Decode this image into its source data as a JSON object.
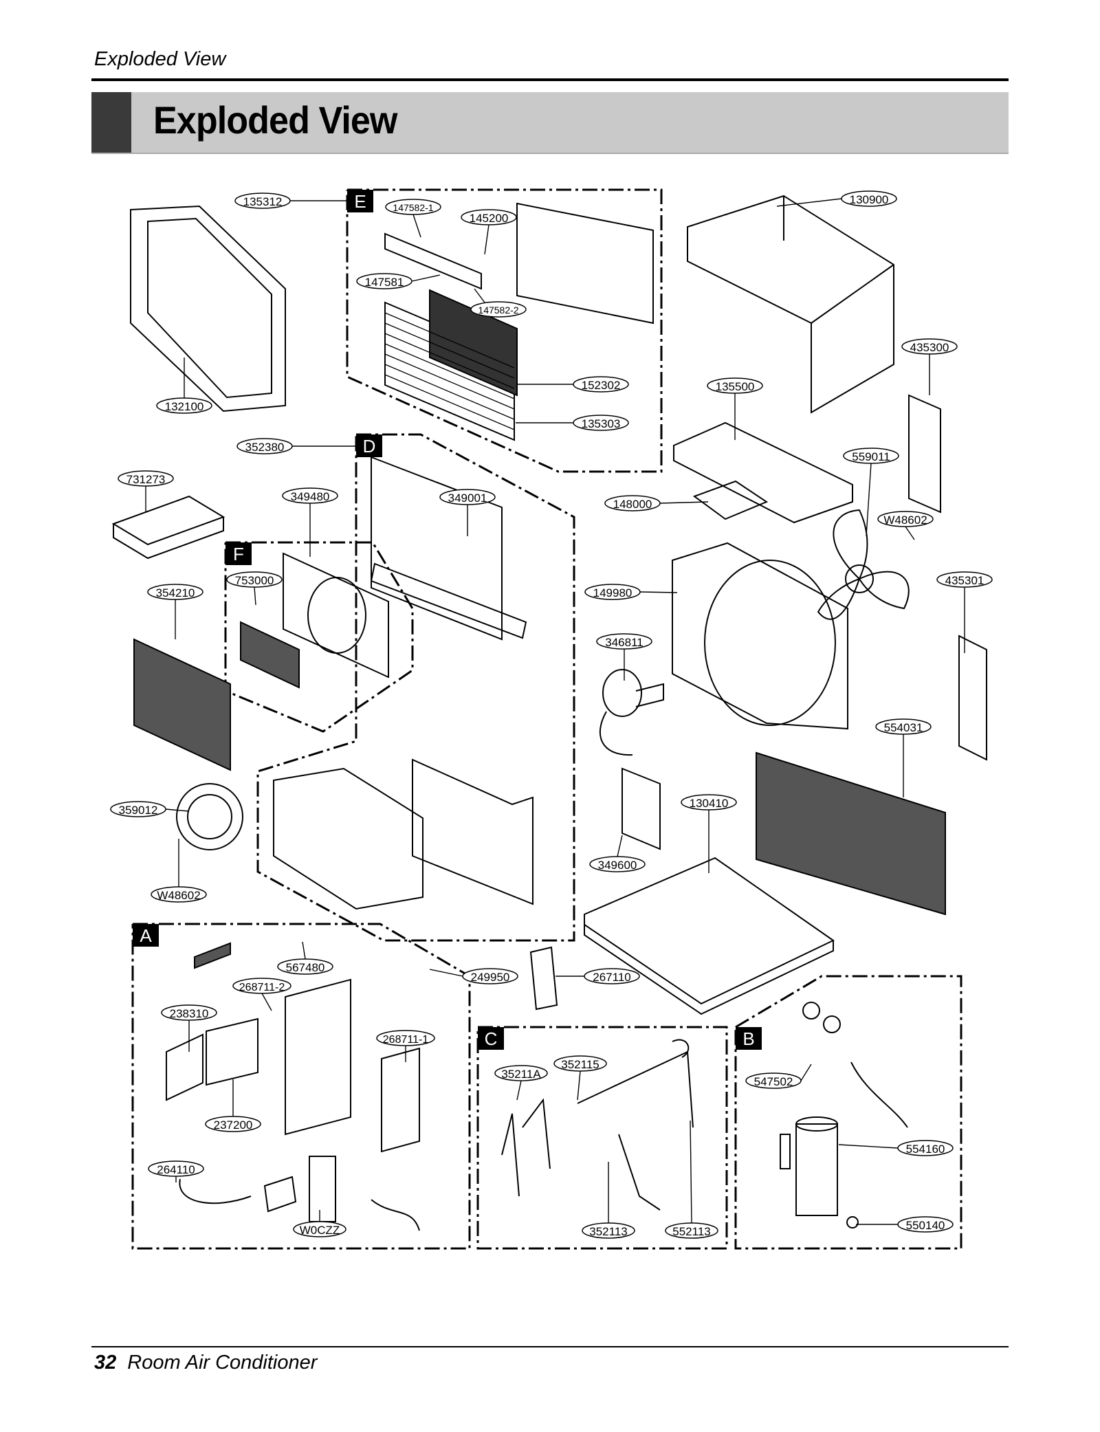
{
  "running_header": "Exploded View",
  "page_title": "Exploded View",
  "footer": {
    "page_number": "32",
    "text": "Room Air Conditioner"
  },
  "section_labels": [
    "E",
    "D",
    "F",
    "A",
    "C",
    "B"
  ],
  "part_labels": {
    "p135312": "135312",
    "p147582_1": "147582-1",
    "p145200": "145200",
    "p147581": "147581",
    "p147582_2": "147582-2",
    "p152302": "152302",
    "p135303": "135303",
    "p132100": "132100",
    "p130900": "130900",
    "p435300": "435300",
    "p135500": "135500",
    "p559011": "559011",
    "pW48602_a": "W48602",
    "p148000": "148000",
    "p435301": "435301",
    "p149980": "149980",
    "p346811": "346811",
    "p352380": "352380",
    "p731273": "731273",
    "p349480": "349480",
    "p349001": "349001",
    "p753000": "753000",
    "p354210": "354210",
    "p554031": "554031",
    "p130410": "130410",
    "p359012": "359012",
    "p349600": "349600",
    "pW48602_b": "W48602",
    "p567480": "567480",
    "p249950": "249950",
    "p267110": "267110",
    "p268711_2": "268711-2",
    "p238310": "238310",
    "p268711_1": "268711-1",
    "p237200": "237200",
    "p264110": "264110",
    "pW0CZZ": "W0CZZ",
    "p35211A": "35211A",
    "p352115": "352115",
    "p352113": "352113",
    "p552113": "552113",
    "p547502": "547502",
    "p554160": "554160",
    "p550140": "550140"
  }
}
